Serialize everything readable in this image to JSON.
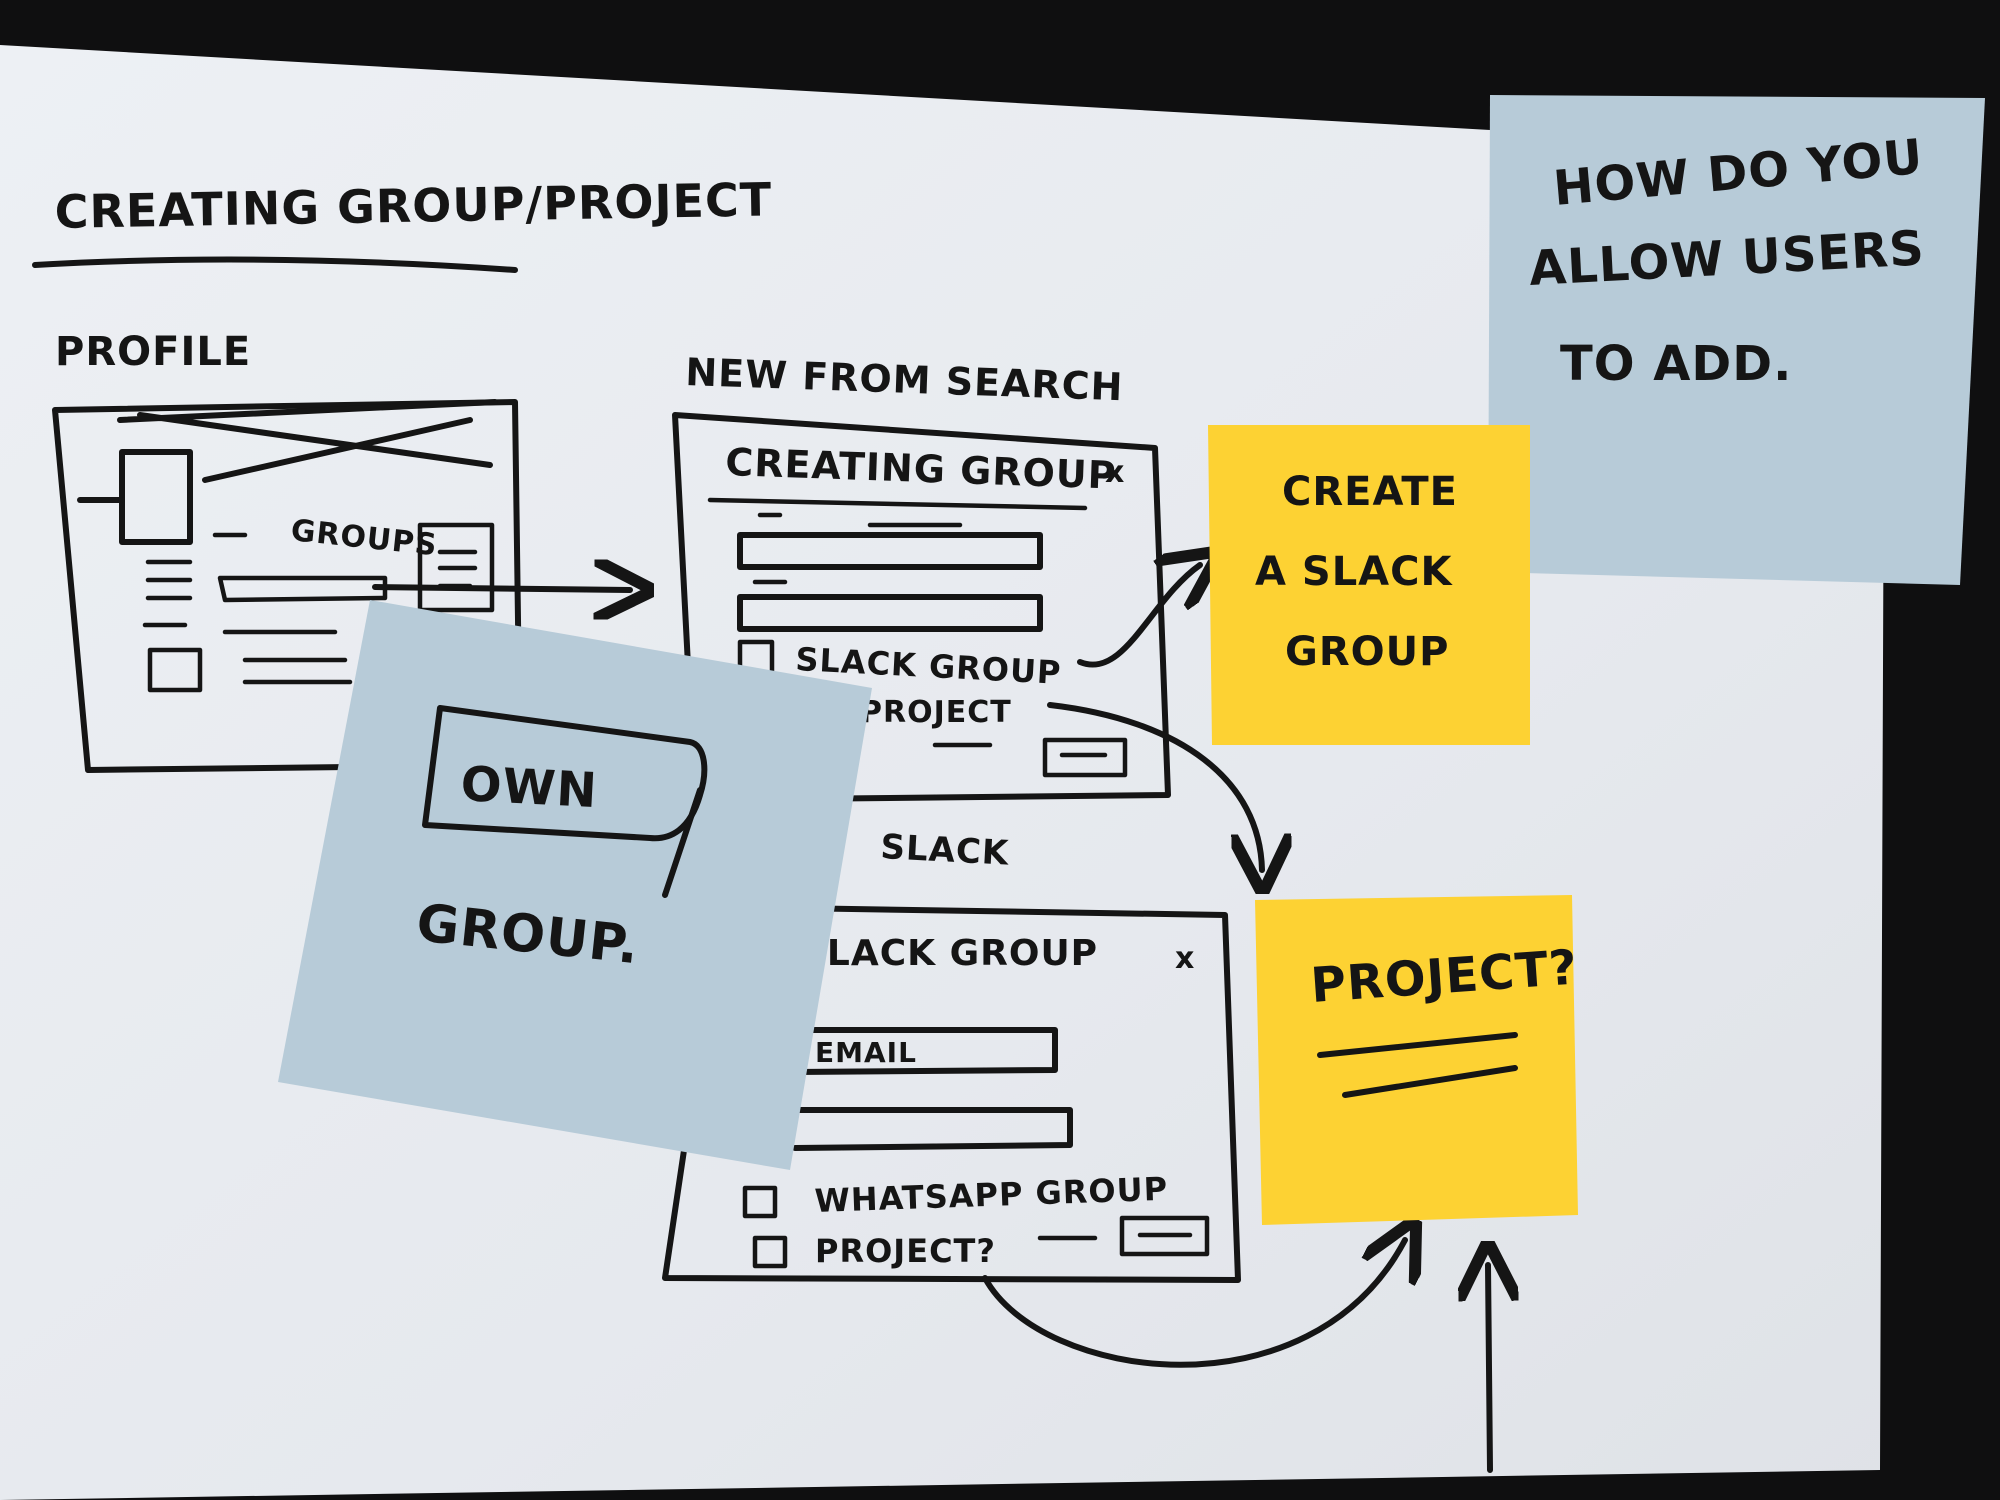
{
  "sketch": {
    "title": "CREATING GROUP/PROJECT",
    "profile_label": "PROFILE",
    "profile_groups_label": "GROUPS",
    "new_from_search_label": "NEW FROM SEARCH",
    "modal1": {
      "title": "CREATING GROUP",
      "close": "x",
      "checkbox1_label": "SLACK GROUP",
      "checkbox2_label": "PROJECT"
    },
    "slack_label": "SLACK",
    "modal2": {
      "title": "SLACK GROUP",
      "close": "x",
      "field_label": "EMAIL",
      "checkbox1_label": "WHATSAPP GROUP",
      "checkbox2_label": "PROJECT?"
    }
  },
  "stickies": {
    "blue_top_right": [
      "HOW DO YOU",
      "ALLOW USERS",
      "TO ADD."
    ],
    "yellow_create": [
      "CREATE",
      "A SLACK",
      "GROUP"
    ],
    "blue_own_group": {
      "boxed": "OWN",
      "text": "GROUP."
    },
    "yellow_project": "PROJECT?"
  },
  "colors": {
    "paper": "#e9ecf0",
    "ink": "#151515",
    "sticky_blue": "#b7cbd8",
    "sticky_yellow": "#fdd233",
    "background": "#0f0f10"
  }
}
